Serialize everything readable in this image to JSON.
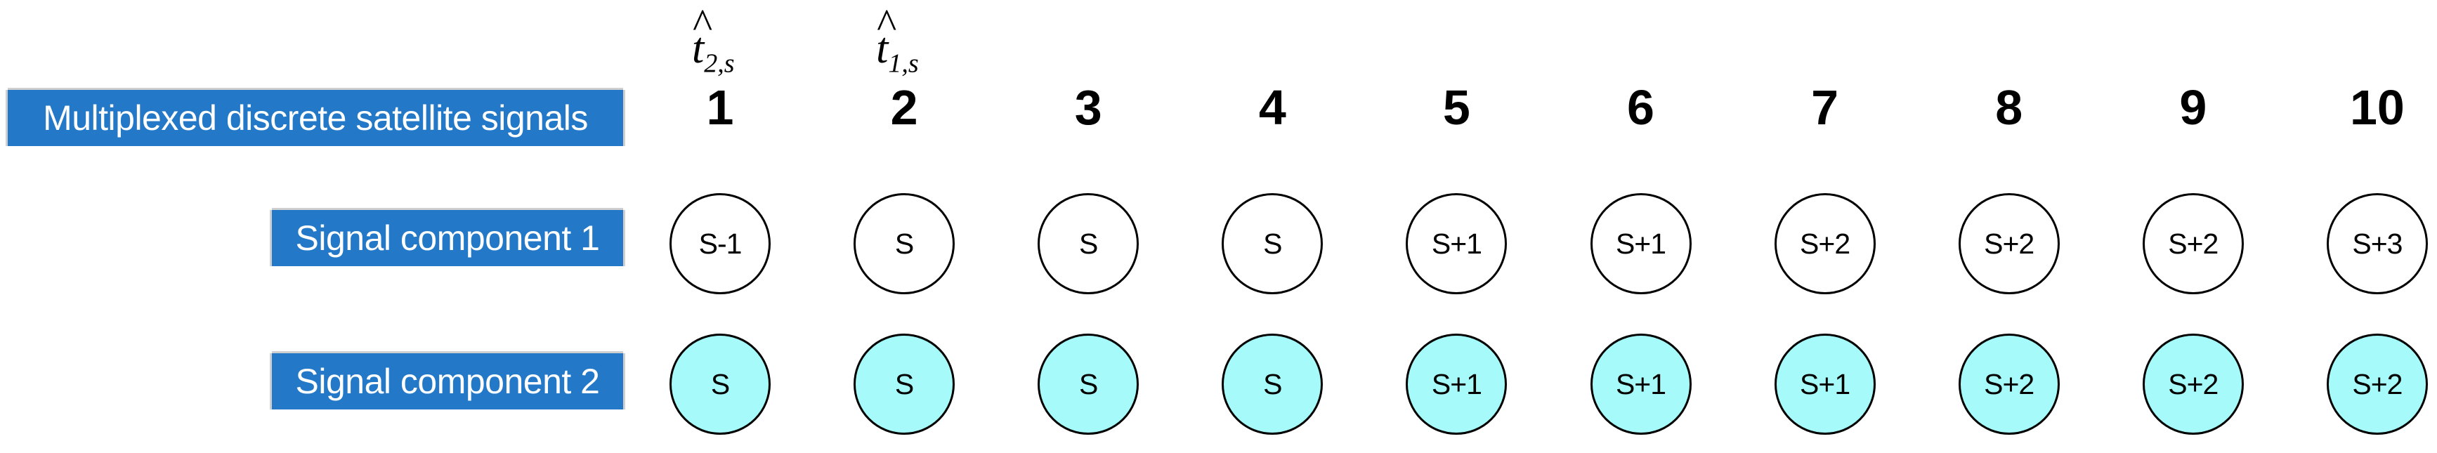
{
  "diagram": {
    "title_bar": {
      "label": "Multiplexed discrete satellite signals"
    },
    "row_labels": [
      {
        "label": "Signal component 1"
      },
      {
        "label": "Signal component 2"
      }
    ],
    "annotations": [
      {
        "base": "t",
        "hat": "^",
        "subscript": "2,s",
        "column": 1
      },
      {
        "base": "t",
        "hat": "^",
        "subscript": "1,s",
        "column": 2
      }
    ],
    "column_indices": [
      "1",
      "2",
      "3",
      "4",
      "5",
      "6",
      "7",
      "8",
      "9",
      "10"
    ],
    "rows": [
      {
        "name": "Signal component 1",
        "fill": "#FFFFFF",
        "cells": [
          "S-1",
          "S",
          "S",
          "S",
          "S+1",
          "S+1",
          "S+2",
          "S+2",
          "S+2",
          "S+3"
        ]
      },
      {
        "name": "Signal component 2",
        "fill": "#A6FAFA",
        "cells": [
          "S",
          "S",
          "S",
          "S",
          "S+1",
          "S+1",
          "S+1",
          "S+2",
          "S+2",
          "S+2"
        ]
      }
    ],
    "colors": {
      "label_bar_blue": "#2378C8",
      "label_bar_text": "#FFFFFF",
      "label_bar_shadow": "#CFCFCF",
      "circle_outline": "#000000",
      "circle_row1_fill": "#FFFFFF",
      "circle_row2_fill": "#A6FAFA",
      "background": "#FFFFFF",
      "text": "#000000"
    }
  }
}
